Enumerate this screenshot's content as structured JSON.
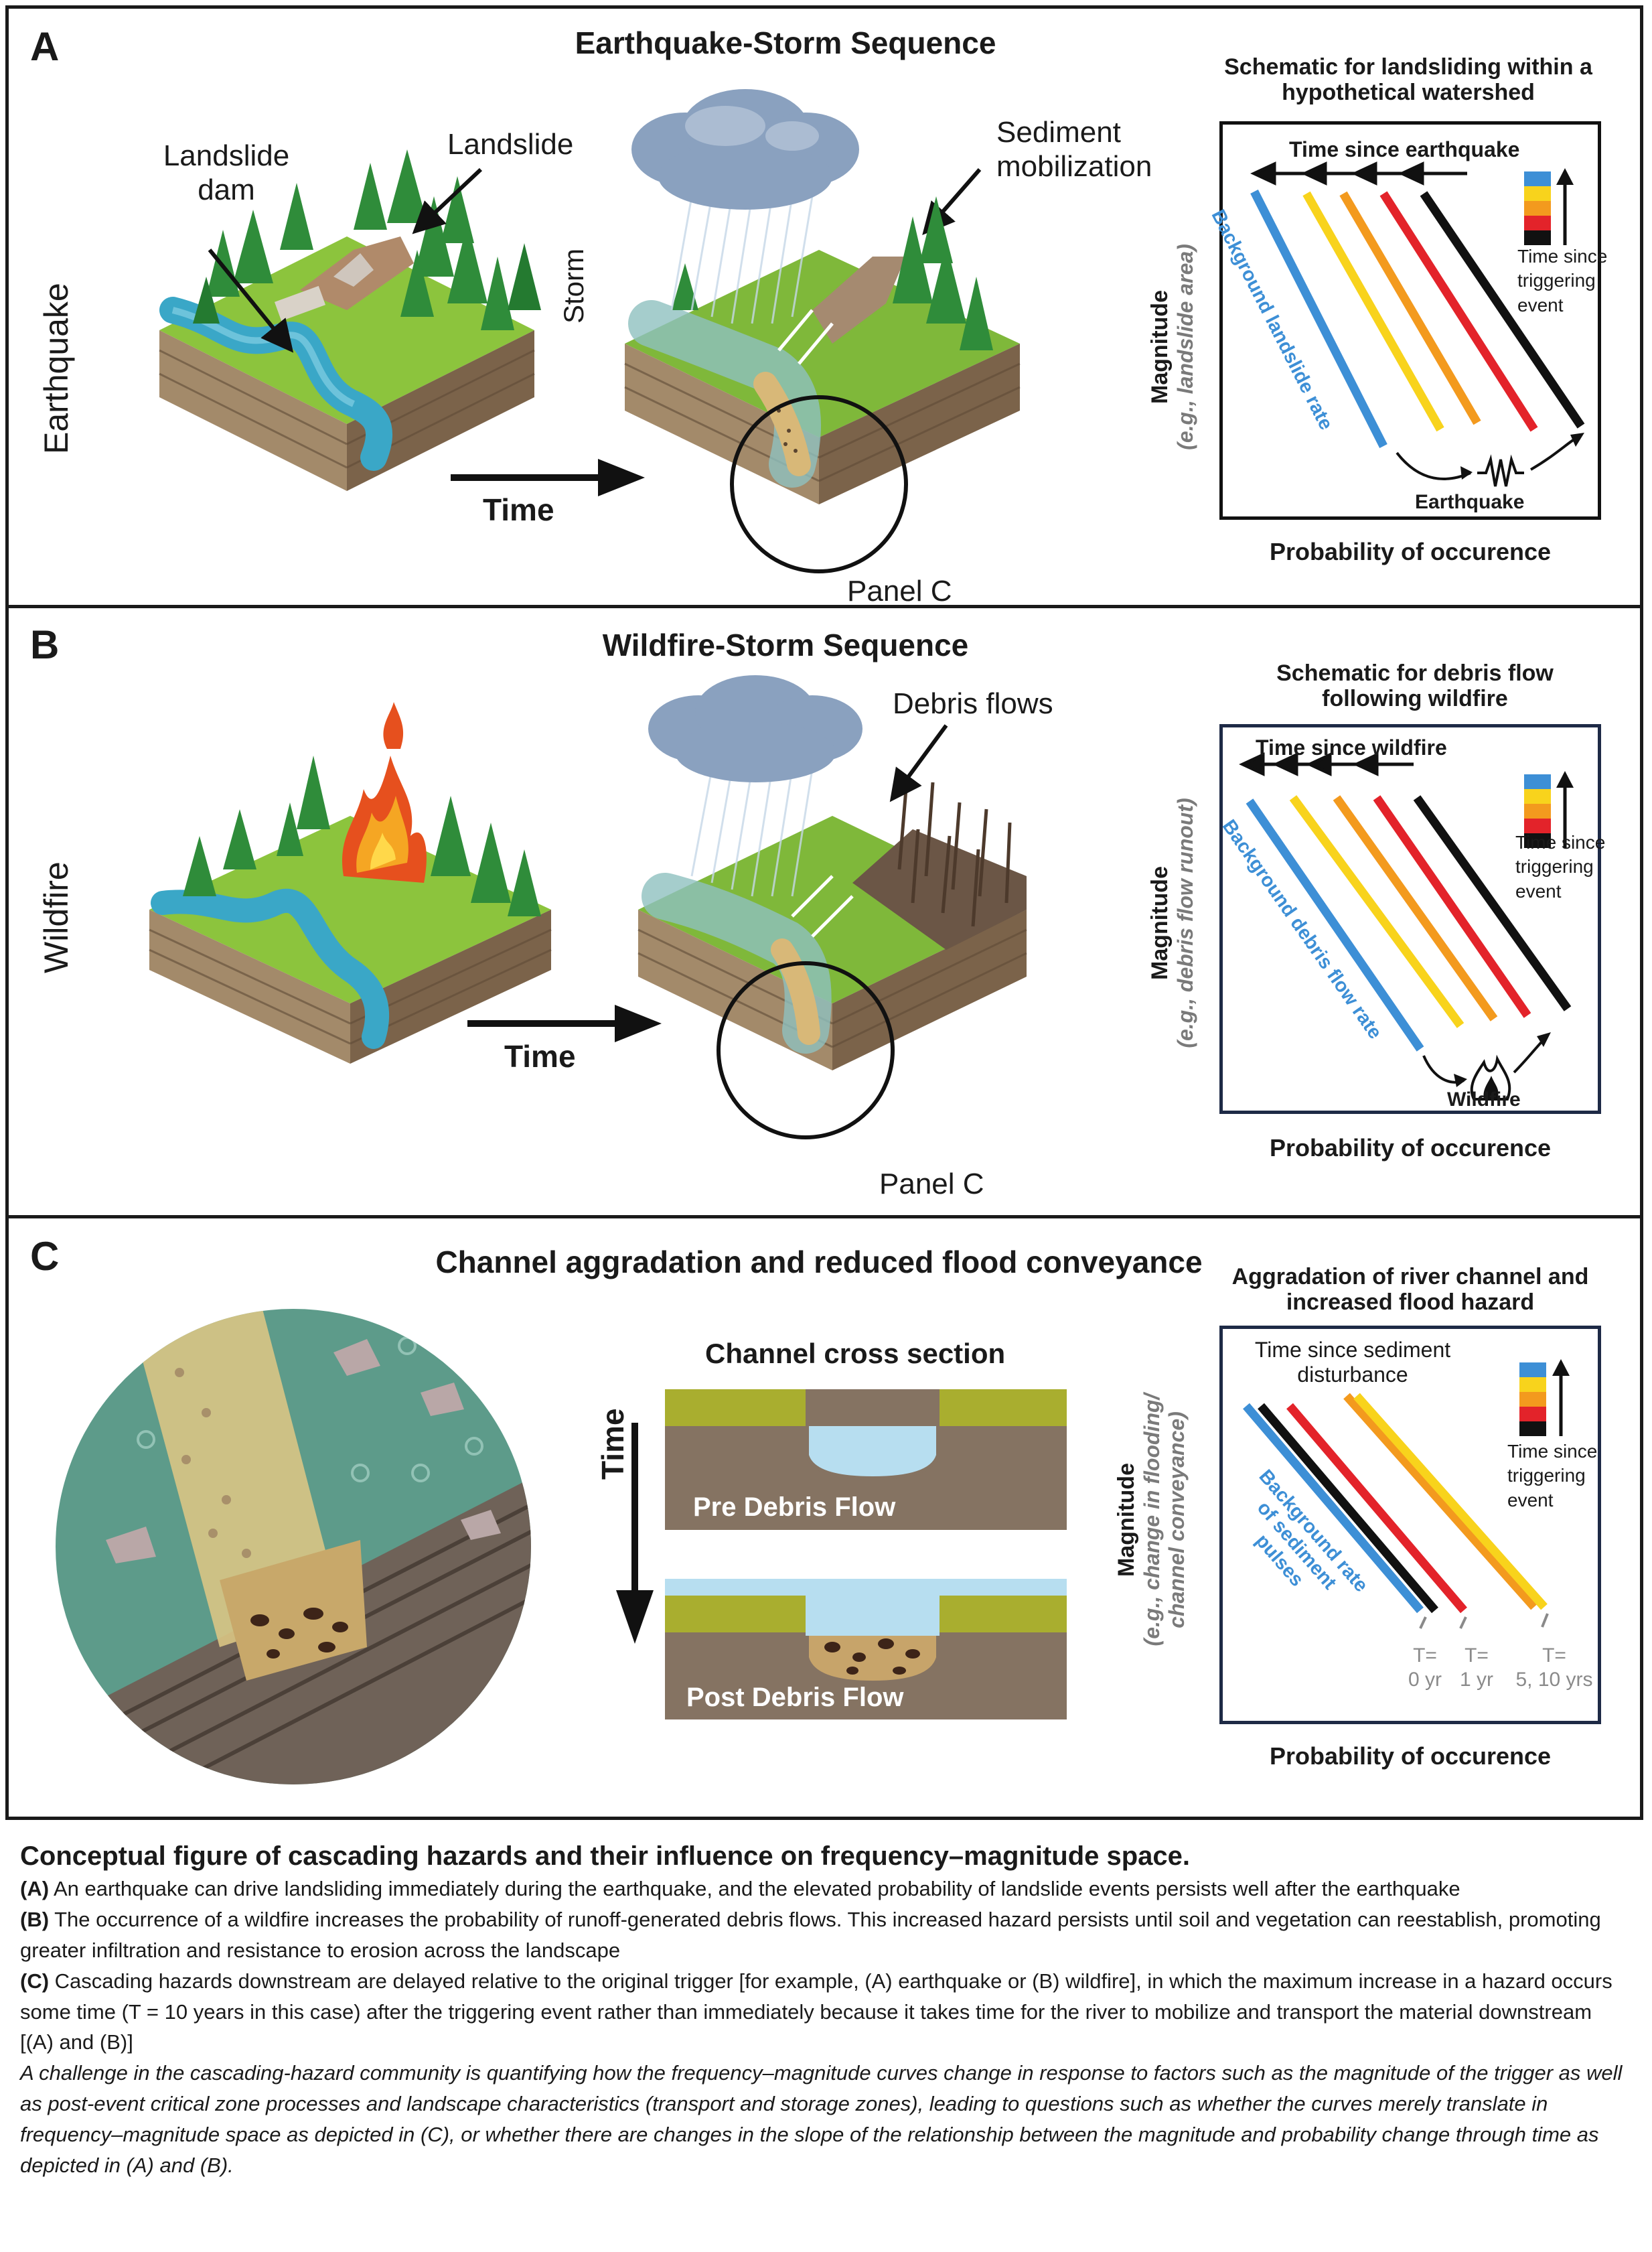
{
  "panel_a": {
    "letter": "A",
    "title": "Earthquake-Storm Sequence",
    "side_label_left": "Earthquake",
    "side_label_storm": "Storm",
    "landslide_dam": "Landslide\ndam",
    "landslide": "Landslide",
    "sediment": "Sediment\nmobilization",
    "time": "Time",
    "panel_c_ref": "Panel C",
    "schematic": {
      "title": "Schematic for landsliding within a hypothetical watershed",
      "time_since": "Time since earthquake",
      "legend_label": "Time since\ntriggering\nevent",
      "background_label": "Background landslide rate",
      "trigger_label": "Earthquake",
      "ylabel": "Magnitude",
      "ylabel_sub": "(e.g., landslide area)",
      "xlabel": "Probability of occurence"
    }
  },
  "panel_b": {
    "letter": "B",
    "title": "Wildfire-Storm Sequence",
    "side_label_left": "Wildfire",
    "debris": "Debris flows",
    "time": "Time",
    "panel_c_ref": "Panel C",
    "schematic": {
      "title": "Schematic for debris flow following wildfire",
      "time_since": "Time since wildfire",
      "legend_label": "Time since\ntriggering\nevent",
      "background_label": "Background debris flow rate",
      "trigger_label": "Wildfire",
      "ylabel": "Magnitude",
      "ylabel_sub": "(e.g., debris flow runout)",
      "xlabel": "Probability of occurence"
    }
  },
  "panel_c": {
    "letter": "C",
    "title": "Channel aggradation and reduced flood conveyance",
    "cross_title": "Channel cross section",
    "pre": "Pre Debris Flow",
    "post": "Post Debris Flow",
    "time": "Time",
    "schematic": {
      "title": "Aggradation of river channel and increased flood hazard",
      "time_since": "Time since sediment\ndisturbance",
      "legend_label": "Time since\ntriggering\nevent",
      "background_label": "Background rate of sediment pulses",
      "ylabel": "Magnitude",
      "ylabel_sub1": "(e.g., change in flooding/",
      "ylabel_sub2": "channel conveyance)",
      "xlabel": "Probability of occurence",
      "t_labels": [
        {
          "t": "T=",
          "v": "0 yr"
        },
        {
          "t": "T=",
          "v": "1 yr"
        },
        {
          "t": "T=",
          "v": "5, 10 yrs"
        }
      ]
    }
  },
  "colors": {
    "blue": "#3d8fd6",
    "yellow": "#f8d31c",
    "orange": "#f39a1e",
    "red": "#e3232a",
    "black": "#111111",
    "gray_label": "#8a8a8a"
  },
  "caption": {
    "title": "Conceptual figure of cascading hazards and their influence on frequency–magnitude space.",
    "a_tag": "(A)",
    "a_text": " An earthquake can drive landsliding immediately during the earthquake, and the elevated probability of landslide events persists well after the earthquake",
    "b_tag": "(B)",
    "b_text": " The occurrence of a wildfire increases the probability of runoff-generated debris flows. This increased hazard persists until soil and vegetation can reestablish, promoting greater infiltration and resistance to erosion across the landscape",
    "c_tag": "(C)",
    "c_text": " Cascading hazards downstream are delayed relative to the original trigger [for example, (A) earthquake or (B) wildfire], in which the maximum increase in a hazard occurs some time (T = 10 years in this case) after the triggering event rather than immediately because it takes time for the river to mobilize and transport the material downstream [(A) and (B)]",
    "italic": "A challenge in the cascading-hazard community is quantifying how the frequency–magnitude curves change in response to factors such as the magnitude of the trigger as well as post-event critical zone processes and landscape characteristics (transport and storage zones), leading to questions such as whether the curves merely translate in frequency–magnitude space as depicted in (C), or whether there are changes in the slope of the relationship between the magnitude and probability change through time as depicted in (A) and (B)."
  }
}
